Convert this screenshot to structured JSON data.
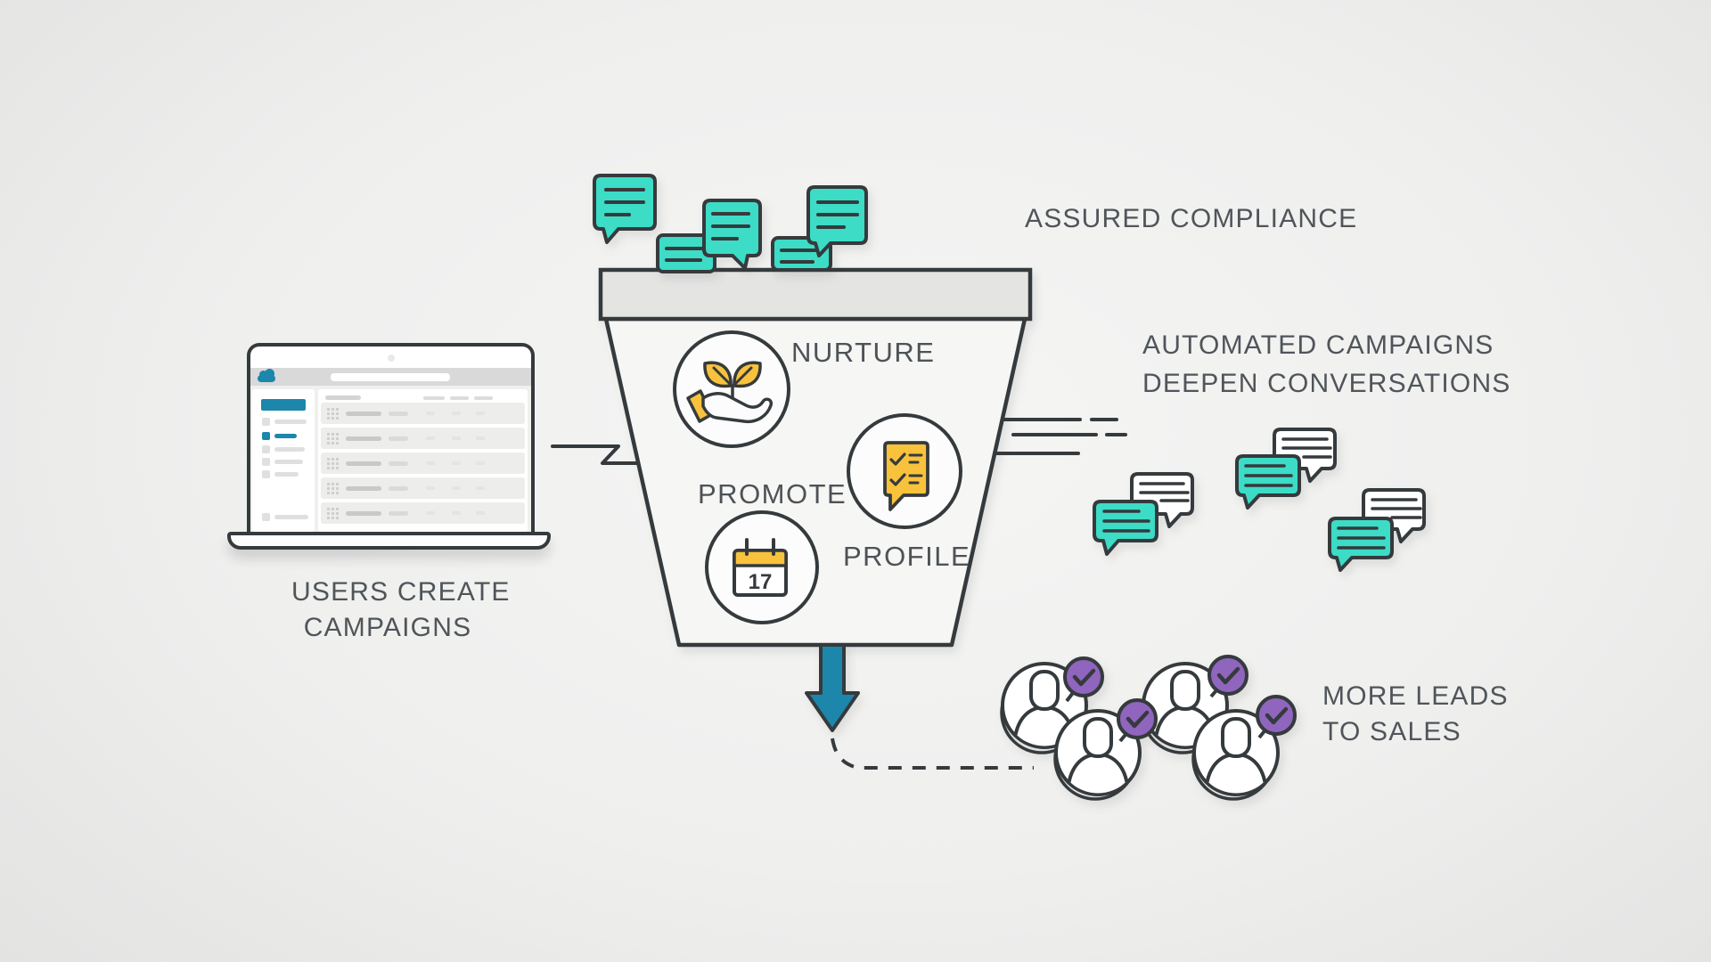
{
  "annotations": {
    "assured_compliance": "ASSURED COMPLIANCE",
    "automated_campaigns": [
      "AUTOMATED CAMPAIGNS",
      "DEEPEN CONVERSATIONS"
    ],
    "users_create_campaigns": [
      "USERS CREATE",
      "CAMPAIGNS"
    ],
    "more_leads_to_sales": [
      "MORE LEADS",
      "TO SALES"
    ]
  },
  "funnel": {
    "stages": [
      {
        "label": "NURTURE",
        "icon": "hand-sprout-icon"
      },
      {
        "label": "PROMOTE",
        "icon": "calendar-icon"
      },
      {
        "label": "PROFILE",
        "icon": "checklist-icon"
      }
    ],
    "calendar_date": "17"
  },
  "icons": {
    "laptop": "laptop-illustration",
    "cloud_logo": "cloud-logo-icon",
    "chat_bubble": "chat-bubble-icon",
    "hand_sprout": "hand-sprout-icon",
    "calendar": "calendar-icon",
    "checklist": "checklist-icon",
    "down_arrow": "down-arrow-icon",
    "flow_arrow": "flow-arrow-icon",
    "user_avatar": "user-avatar-icon",
    "check_badge": "check-badge-icon"
  },
  "colors": {
    "teal": "#3cdcc7",
    "yellow": "#f9c23c",
    "blue": "#1c86ab",
    "purple": "#9065be",
    "outline": "#353a3d",
    "label_text": "#50555a"
  }
}
